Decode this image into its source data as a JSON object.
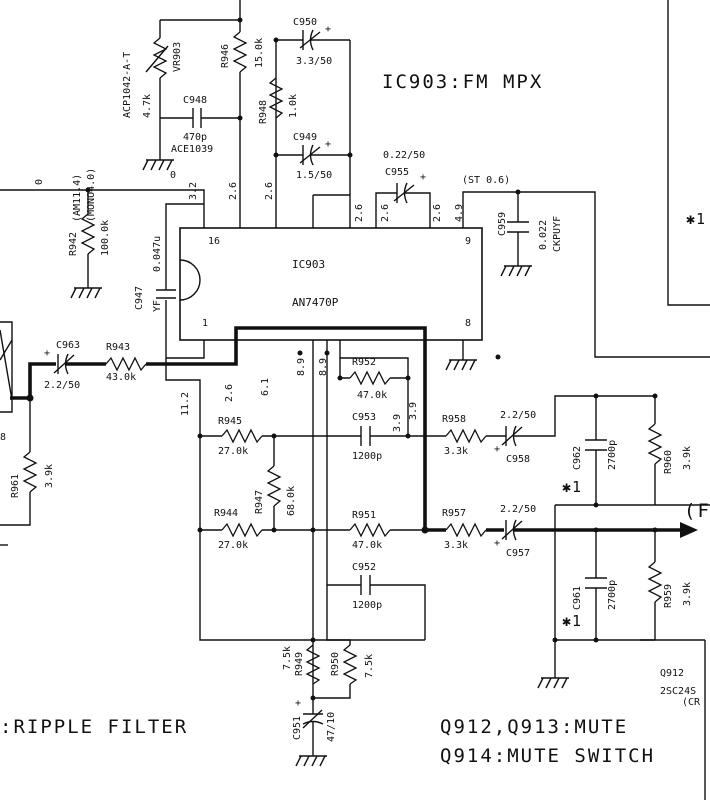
{
  "titles": {
    "ic_title": "IC903:FM MPX",
    "ripple": ":RIPPLE FILTER",
    "mute": "Q912,Q913:MUTE",
    "mute_switch": "Q914:MUTE SWITCH",
    "q912": "Q912",
    "q912_part": "2SC24S",
    "q912_part2": "(CR",
    "out_label": "(F",
    "asterisk_right": "✱1"
  },
  "ic": {
    "name": "IC903",
    "part": "AN7470P",
    "pin16": "16",
    "pin9": "9",
    "pin1": "1",
    "pin8": "8"
  },
  "voltages": {
    "v0a": "0",
    "v32": "3.2",
    "v26a": "2.6",
    "v26b": "2.6",
    "v26c": "2.6",
    "v26d": "2.6",
    "v26e": "2.6",
    "v49": "4.9",
    "st06": "(ST 0.6)",
    "v0b": "0",
    "v112": "11.2",
    "v26f": "2.6",
    "v61": "6.1",
    "v89a": "8.9",
    "v89b": "8.9",
    "v39a": "3.9",
    "v39b": "3.9"
  },
  "components": {
    "vr903_part": "ACP1042-A-T",
    "vr903": "VR903",
    "vr903_val": "4.7k",
    "r946": "R946",
    "r946_val": "15.0k",
    "c948": "C948",
    "c948_val": "470p",
    "c948_part": "ACE1039",
    "c950": "C950",
    "c950_val": "3.3/50",
    "r948": "R948",
    "r948_val": "1.0k",
    "c949": "C949",
    "c949_val": "1.5/50",
    "c955_val": "0.22/50",
    "c955": "C955",
    "c959": "C959",
    "c959_val": "0.022",
    "c959_part": "CKPUYF",
    "am": "(AM11.4)",
    "mono": "(MONO4.0)",
    "r942": "R942",
    "r942_val": "100.0k",
    "c947": "C947",
    "c947_val": "0.047u",
    "c947_part": "YF",
    "c963": "C963",
    "c963_val": "2.2/50",
    "r943": "R943",
    "r943_val": "43.0k",
    "r961": "R961",
    "r961_val": "3.9k",
    "left_8": "8",
    "r952": "R952",
    "r952_val": "47.0k",
    "r945": "R945",
    "r945_val": "27.0k",
    "c953": "C953",
    "c953_val": "1200p",
    "r958": "R958",
    "r958_val": "3.3k",
    "c958_val": "2.2/50",
    "c958": "C958",
    "c962": "C962",
    "c962_val": "2700p",
    "c962_mark": "✱1",
    "r960": "R960",
    "r960_val": "3.9k",
    "r947": "R947",
    "r947_val": "68.0k",
    "r944": "R944",
    "r944_val": "27.0k",
    "r951": "R951",
    "r951_val": "47.0k",
    "r957": "R957",
    "r957_val": "3.3k",
    "c957_val": "2.2/50",
    "c957": "C957",
    "c952": "C952",
    "c952_val": "1200p",
    "c961": "C961",
    "c961_val": "2700p",
    "c961_mark": "✱1",
    "r959": "R959",
    "r959_val": "3.9k",
    "r949": "R949",
    "r949_val": "7.5k",
    "r950": "R950",
    "r950_val": "7.5k",
    "c951": "C951",
    "c951_val": "47/10"
  }
}
